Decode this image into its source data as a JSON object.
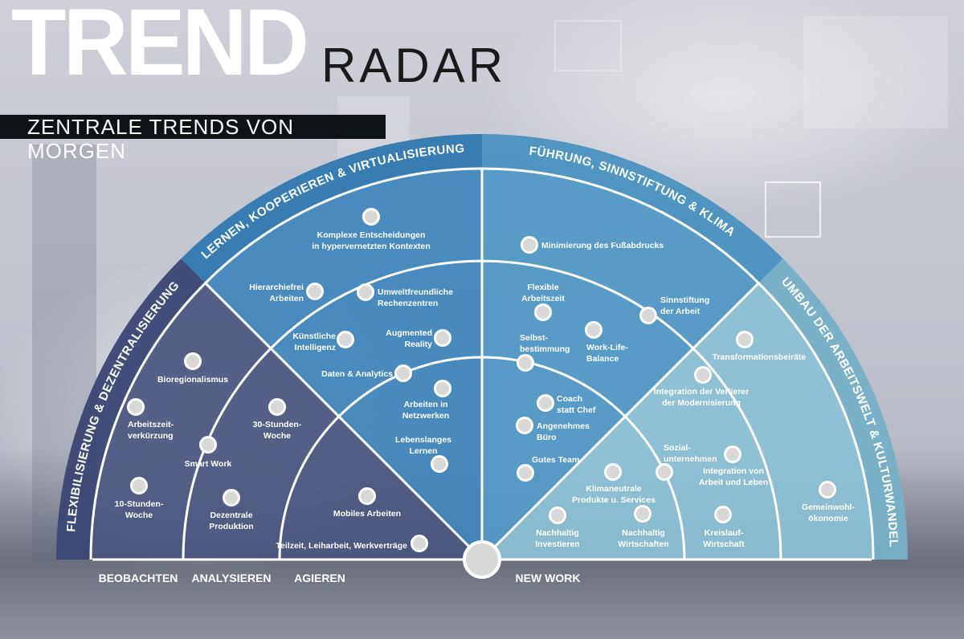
{
  "header": {
    "title": "TREND",
    "title2": "RADAR",
    "subtitle": "ZENTRALE TRENDS VON MORGEN"
  },
  "colors": {
    "sector_flex": "#4a557f",
    "sector_lernen": "#3f86bd",
    "sector_fuehrung": "#4f98c6",
    "sector_umbau": "#8bc0d6",
    "dot": "#d8d8d8"
  },
  "sectors": [
    {
      "title": "FLEXIBILISIERUNG & DEZENTRALISIERUNG"
    },
    {
      "title": "LERNEN, KOOPERIEREN & VIRTUALISIERUNG"
    },
    {
      "title": "FÜHRUNG, SINNSTIFTUNG & KLIMA"
    },
    {
      "title": "UMBAU DER ARBEITSWELT & KULTURWANDEL"
    }
  ],
  "stages": [
    "BEOBACHTEN",
    "ANALYSIEREN",
    "AGIEREN",
    "NEW WORK"
  ],
  "trends": [
    {
      "lines": [
        "Bioregionalismus"
      ]
    },
    {
      "lines": [
        "Arbeitszeit-",
        "verkürzung"
      ]
    },
    {
      "lines": [
        "Smart Work"
      ]
    },
    {
      "lines": [
        "10-Stunden-",
        "Woche"
      ]
    },
    {
      "lines": [
        "30-Stunden-",
        "Woche"
      ]
    },
    {
      "lines": [
        "Dezentrale",
        "Produktion"
      ]
    },
    {
      "lines": [
        "Mobiles Arbeiten"
      ]
    },
    {
      "lines": [
        "Teilzeit, Leiharbeit, Werkverträge"
      ]
    },
    {
      "lines": [
        "Komplexe Entscheidungen",
        "in hypervernetzten Kontexten"
      ]
    },
    {
      "lines": [
        "Hierarchiefrei",
        "Arbeiten"
      ]
    },
    {
      "lines": [
        "Umweltfreundliche",
        "Rechenzentren"
      ]
    },
    {
      "lines": [
        "Künstliche",
        "Intelligenz"
      ]
    },
    {
      "lines": [
        "Augmented",
        "Reality"
      ]
    },
    {
      "lines": [
        "Daten & Analytics"
      ]
    },
    {
      "lines": [
        "Arbeiten in",
        "Netzwerken"
      ]
    },
    {
      "lines": [
        "Lebenslanges",
        "Lernen"
      ]
    },
    {
      "lines": [
        "Minimierung des Fußabdrucks"
      ]
    },
    {
      "lines": [
        "Flexible",
        "Arbeitszeit"
      ]
    },
    {
      "lines": [
        "Selbst-",
        "bestimmung"
      ]
    },
    {
      "lines": [
        "Work-Life-",
        "Balance"
      ]
    },
    {
      "lines": [
        "Sinnstiftung",
        "der Arbeit"
      ]
    },
    {
      "lines": [
        "Coach",
        "statt Chef"
      ]
    },
    {
      "lines": [
        "Angenehmes",
        "Büro"
      ]
    },
    {
      "lines": [
        "Gutes Team"
      ]
    },
    {
      "lines": [
        "Transformationsbeiräte"
      ]
    },
    {
      "lines": [
        "Integration der Verlierer",
        "der Modernisierung"
      ]
    },
    {
      "lines": [
        "Klimaneutrale",
        "Produkte u. Services"
      ]
    },
    {
      "lines": [
        "Sozial-",
        "unternehmen"
      ]
    },
    {
      "lines": [
        "Integration von",
        "Arbeit und Leben"
      ]
    },
    {
      "lines": [
        "Nachhaltig",
        "Investieren"
      ]
    },
    {
      "lines": [
        "Nachhaltig",
        "Wirtschaften"
      ]
    },
    {
      "lines": [
        "Kreislauf-",
        "Wirtschaft"
      ]
    },
    {
      "lines": [
        "Gemeinwohl-",
        "ökonomie"
      ]
    }
  ]
}
